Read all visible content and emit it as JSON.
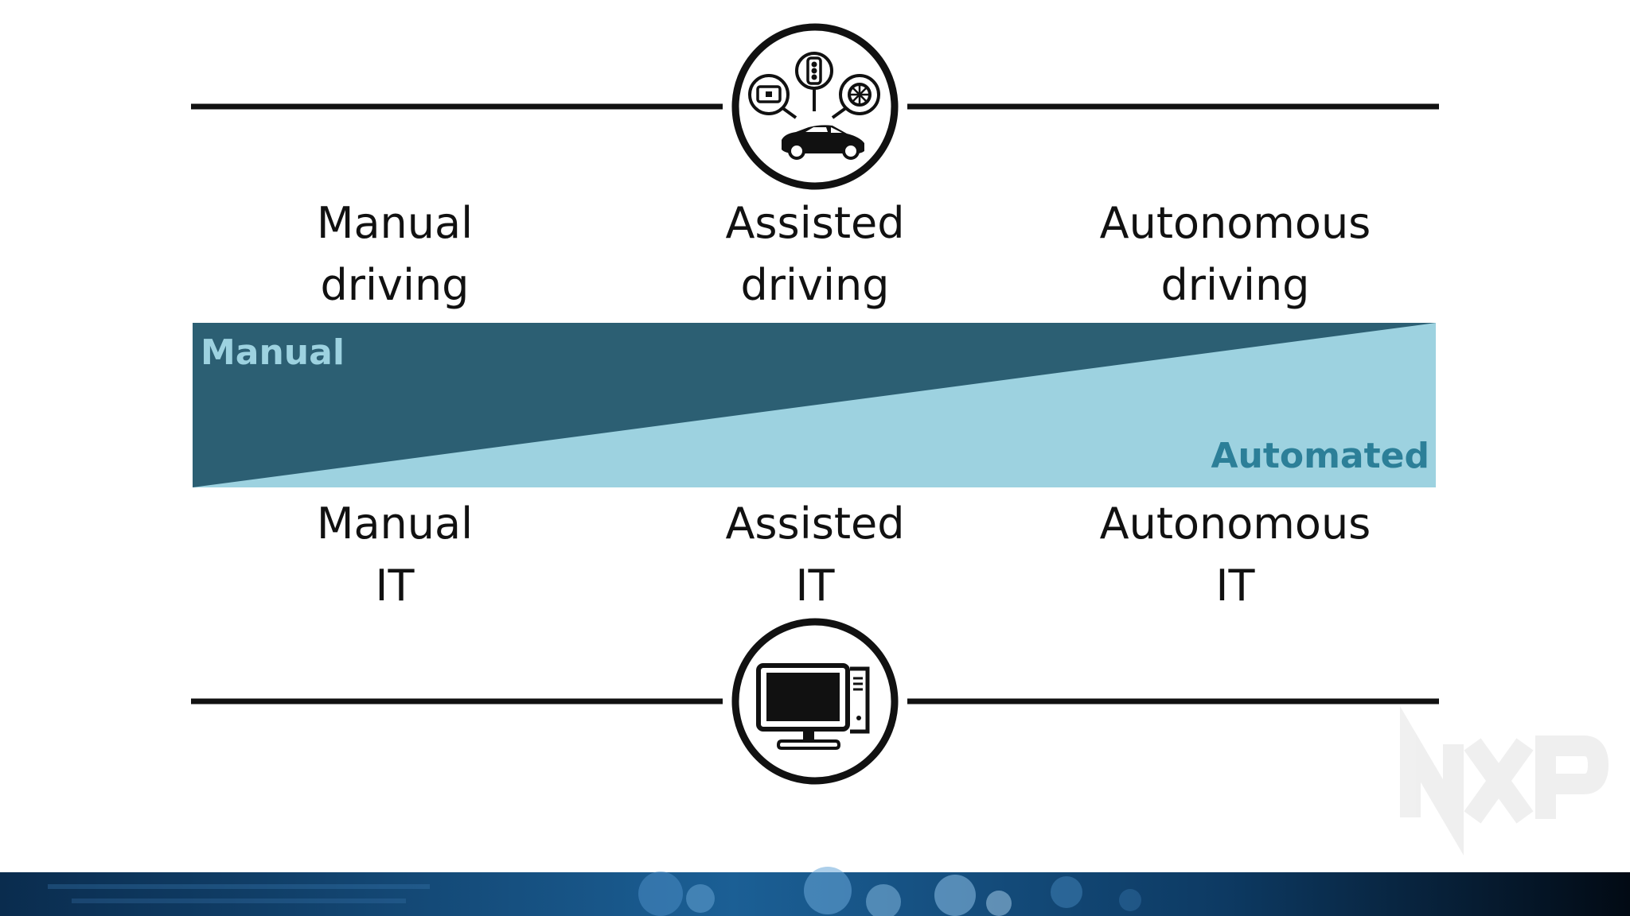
{
  "colors": {
    "manual_band": "#2c5f73",
    "automated_band": "#9dd2e0",
    "manual_text": "#9dd2e0",
    "automated_text": "#2c7f98",
    "line": "#111111",
    "footer": "#0d3a63"
  },
  "icons": {
    "top": "connected-car-icon",
    "bottom": "desktop-computer-icon",
    "logo": "nxp-logo"
  },
  "driving": [
    {
      "line1": "Manual",
      "line2": "driving"
    },
    {
      "line1": "Assisted",
      "line2": "driving"
    },
    {
      "line1": "Autonomous",
      "line2": "driving"
    }
  ],
  "it": [
    {
      "line1": "Manual",
      "line2": "IT"
    },
    {
      "line1": "Assisted",
      "line2": "IT"
    },
    {
      "line1": "Autonomous",
      "line2": "IT"
    }
  ],
  "ribbon": {
    "top_label": "Manual",
    "bottom_label": "Automated"
  }
}
